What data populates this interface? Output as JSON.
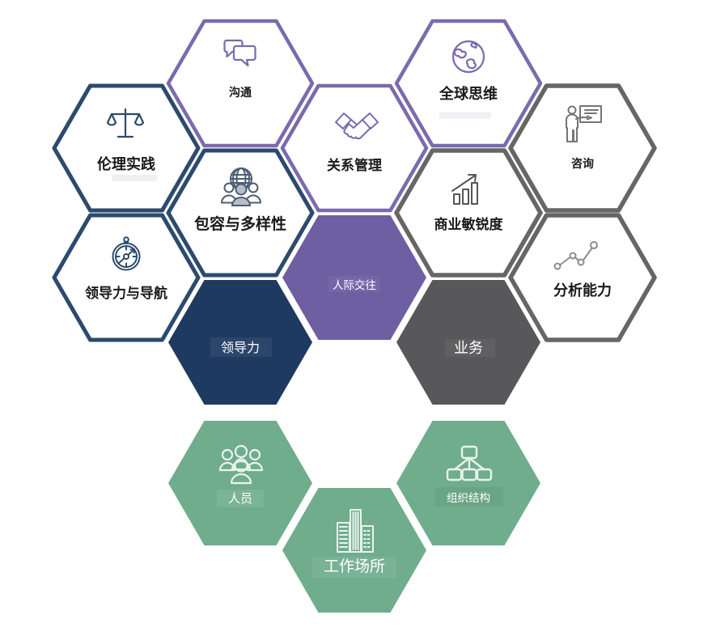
{
  "diagram": {
    "title": "competency-hexagon-model",
    "colors": {
      "outline_purple": "#7b6aad",
      "outline_navy": "#2c4a6e",
      "outline_gray": "#666666",
      "solid_purple": "#6e5fa3",
      "solid_navy": "#1f3a61",
      "solid_gray": "#58585a",
      "solid_green": "#6fad8c",
      "label_dark": "#1a1a1a",
      "label_light": "#ffffff",
      "icon_navy": "#4d5e73",
      "icon_gray": "#757575",
      "icon_bar_dark": "#565656",
      "icon_chart_gray": "#8c8c8c",
      "icon_light": "#e9f3ed",
      "icon_person_fill": "#b7bdc9"
    },
    "hexagons": [
      {
        "id": "communication",
        "label": "沟通",
        "icon": "speech-bubbles-icon",
        "variant": "outline-purple"
      },
      {
        "id": "global-mindset",
        "label": "全球思维",
        "icon": "globe-icon",
        "variant": "outline-purple"
      },
      {
        "id": "ethical-practice",
        "label": "伦理实践",
        "icon": "scales-icon",
        "variant": "outline-navy"
      },
      {
        "id": "relationship-management",
        "label": "关系管理",
        "icon": "handshake-icon",
        "variant": "outline-purple"
      },
      {
        "id": "consultation",
        "label": "咨询",
        "icon": "presenter-icon",
        "variant": "outline-gray"
      },
      {
        "id": "inclusion-diversity",
        "label": "包容与多样性",
        "icon": "people-globe-icon",
        "variant": "outline-navy"
      },
      {
        "id": "business-acumen",
        "label": "商业敏锐度",
        "icon": "bar-chart-icon",
        "variant": "outline-gray"
      },
      {
        "id": "leadership-navigation",
        "label": "领导力与导航",
        "icon": "compass-icon",
        "variant": "outline-navy"
      },
      {
        "id": "interpersonal",
        "label": "人际交往",
        "icon": null,
        "variant": "solid-purple"
      },
      {
        "id": "analytical-aptitude",
        "label": "分析能力",
        "icon": "line-chart-icon",
        "variant": "outline-gray"
      },
      {
        "id": "leadership",
        "label": "领导力",
        "icon": null,
        "variant": "solid-navy"
      },
      {
        "id": "business",
        "label": "业务",
        "icon": null,
        "variant": "solid-gray"
      },
      {
        "id": "people",
        "label": "人员",
        "icon": "people-group-icon",
        "variant": "solid-green"
      },
      {
        "id": "organization",
        "label": "组织结构",
        "icon": "org-chart-icon",
        "variant": "solid-green"
      },
      {
        "id": "workplace",
        "label": "工作场所",
        "icon": "buildings-icon",
        "variant": "solid-green"
      }
    ]
  }
}
